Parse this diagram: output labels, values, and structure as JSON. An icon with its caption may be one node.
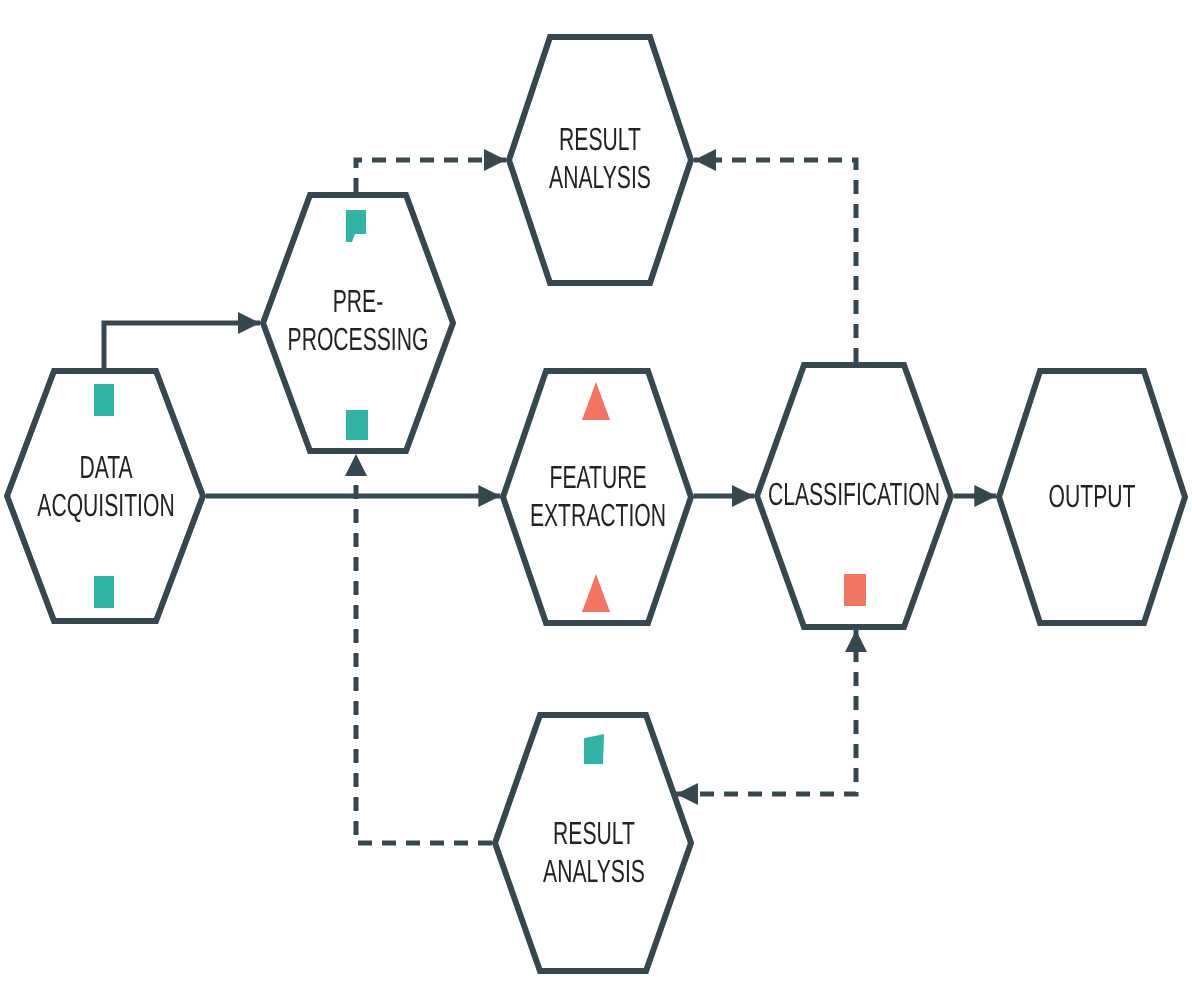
{
  "diagram": {
    "nodes": [
      {
        "text": [
          "DATA ACQUISITION"
        ]
      },
      {
        "text": [
          "PRE-PROCESSING"
        ]
      },
      {
        "text": [
          "RESULT ANALYSIS"
        ]
      },
      {
        "text": [
          "FEATURE EXTRACTION"
        ]
      },
      {
        "text": [
          "CLASSIFICATION"
        ]
      },
      {
        "text": [
          "OUTPUT"
        ]
      },
      {
        "text": [
          "RESULT ANALYSIS"
        ]
      }
    ],
    "edges": [
      {
        "from": 0,
        "to": 1,
        "arrow": "to"
      },
      {
        "from": 0,
        "to": 3,
        "arrow": "to"
      },
      {
        "from": 3,
        "to": 4,
        "arrow": "to"
      },
      {
        "from": 4,
        "to": 5,
        "arrow": "to"
      },
      {
        "from": 1,
        "to": 2,
        "arrow": "to",
        "style": "dashed"
      },
      {
        "from": 4,
        "to": 2,
        "arrow": "to",
        "style": "dashed"
      },
      {
        "from": 6,
        "to": 1,
        "arrow": "to",
        "style": "dashed"
      },
      {
        "from": 6,
        "to": 4,
        "arrow": "both",
        "style": "dashed"
      }
    ]
  }
}
